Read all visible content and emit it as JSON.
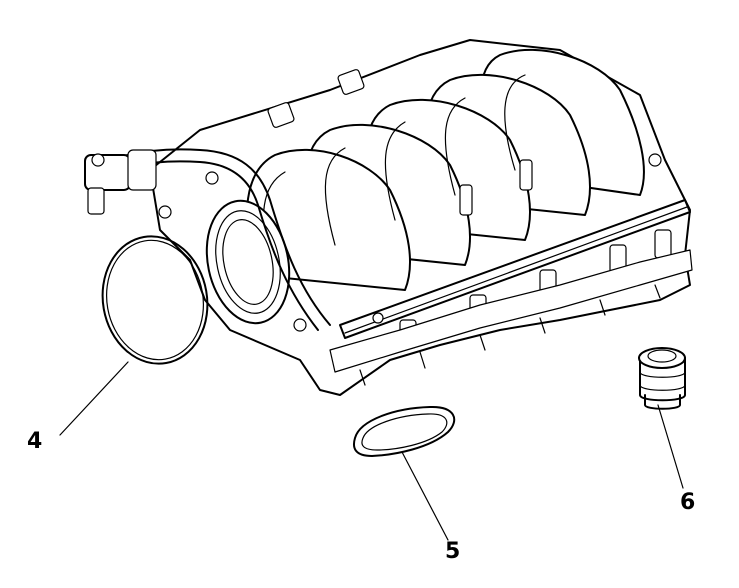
{
  "callouts": [
    {
      "id": "4",
      "label": "4"
    },
    {
      "id": "5",
      "label": "5"
    },
    {
      "id": "6",
      "label": "6"
    }
  ],
  "colors": {
    "line": "#000000",
    "background": "#ffffff"
  }
}
